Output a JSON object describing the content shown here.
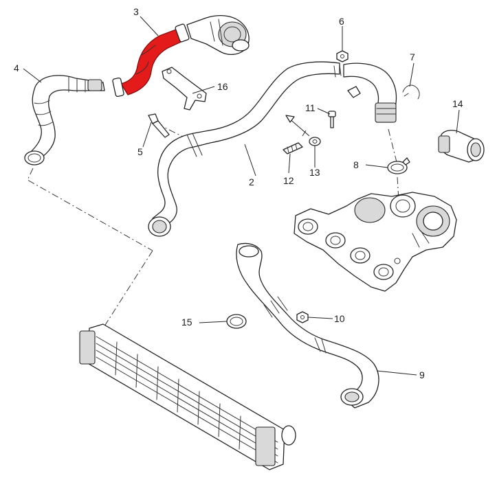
{
  "diagram": {
    "highlight_color": "#e31b1b",
    "line_color": "#222222",
    "background_color": "#ffffff",
    "highlighted_part": "3",
    "callouts": [
      {
        "id": "callout-1",
        "label": "2"
      },
      {
        "id": "callout-2",
        "label": "3"
      },
      {
        "id": "callout-3",
        "label": "4"
      },
      {
        "id": "callout-4",
        "label": "5"
      },
      {
        "id": "callout-5",
        "label": "6"
      },
      {
        "id": "callout-6",
        "label": "7"
      },
      {
        "id": "callout-7",
        "label": "8"
      },
      {
        "id": "callout-8",
        "label": "9"
      },
      {
        "id": "callout-9",
        "label": "10"
      },
      {
        "id": "callout-10",
        "label": "11"
      },
      {
        "id": "callout-11",
        "label": "12"
      },
      {
        "id": "callout-12",
        "label": "13"
      },
      {
        "id": "callout-13",
        "label": "14"
      },
      {
        "id": "callout-14",
        "label": "15"
      },
      {
        "id": "callout-15",
        "label": "16"
      }
    ]
  }
}
